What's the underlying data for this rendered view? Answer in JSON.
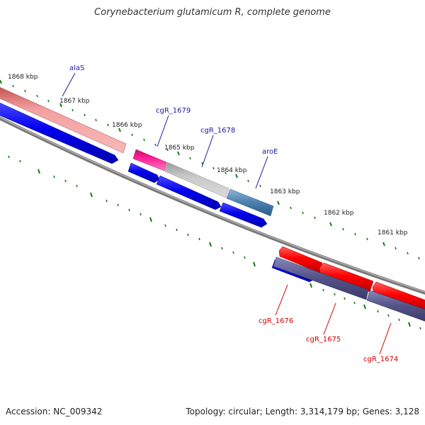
{
  "title": "Corynebacterium glutamicum R, complete genome",
  "footer": {
    "accession": "Accession: NC_009342",
    "summary": "Topology: circular; Length: 3,314,179 bp; Genes: 3,128"
  },
  "colors": {
    "backbone": "#808080",
    "tick_green": "#1a7a1a",
    "label_blue": "#1a1aa0",
    "label_red": "#cc0000",
    "feature_blue": "#0000ee",
    "feature_red": "#ff0000",
    "feature_pink": "#f4a0a0",
    "feature_magenta": "#ff1e96",
    "feature_grey": "#c8c8c8",
    "feature_steel": "#4a7faf",
    "feature_slate": "#55558a"
  },
  "kbp_labels": [
    "1868 kbp",
    "1867 kbp",
    "1866 kbp",
    "1865 kbp",
    "1864 kbp",
    "1863 kbp",
    "1862 kbp",
    "1861 kbp"
  ],
  "genes": [
    {
      "label": "alaS",
      "color": "label_blue"
    },
    {
      "label": "cgR_1679",
      "color": "label_blue"
    },
    {
      "label": "cgR_1678",
      "color": "label_blue"
    },
    {
      "label": "aroE",
      "color": "label_blue"
    },
    {
      "label": "cgR_1676",
      "color": "label_red"
    },
    {
      "label": "cgR_1675",
      "color": "label_red"
    },
    {
      "label": "cgR_1674",
      "color": "label_red"
    }
  ]
}
